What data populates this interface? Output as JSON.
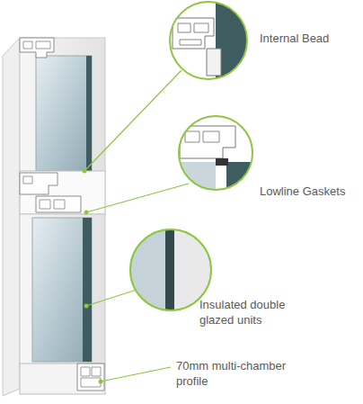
{
  "diagram": {
    "labels": [
      "Internal Bead",
      "Lowline Gaskets",
      "Insulated double glazed units",
      "70mm multi-chamber profile"
    ]
  }
}
